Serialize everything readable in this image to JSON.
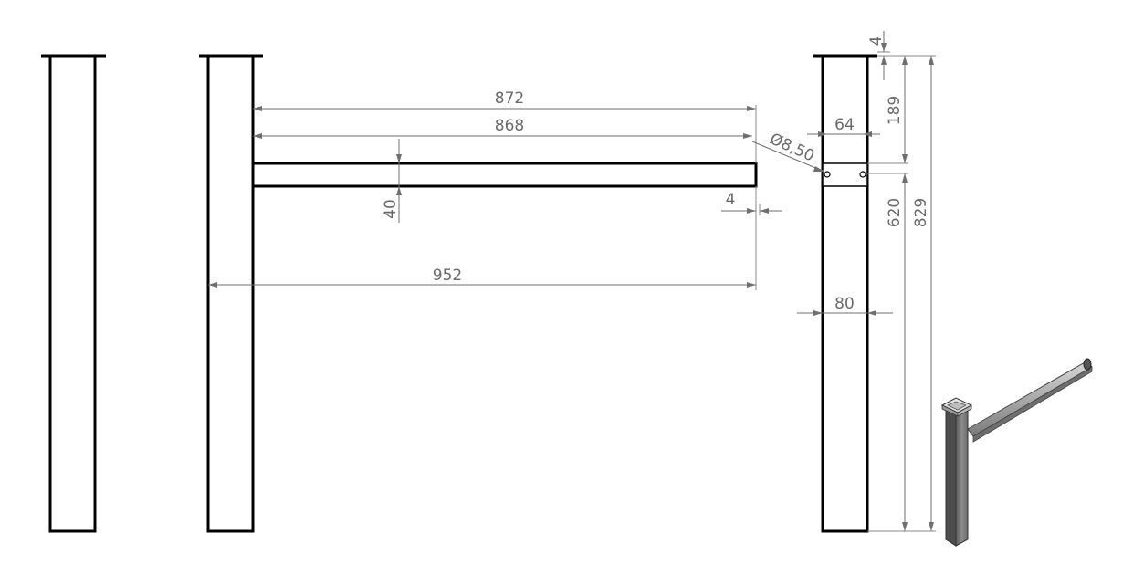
{
  "dimensions": {
    "top_gap": "4",
    "plate_offset": "189",
    "plate_width": "64",
    "hole_diameter": "Ø8,50",
    "arm_length_outer": "872",
    "arm_length_inner": "868",
    "arm_height": "40",
    "arm_end_gap": "4",
    "overall_width": "952",
    "leg_width": "80",
    "lower_height": "620",
    "total_height": "829"
  },
  "colors": {
    "part_outline": "#000000",
    "dimension_line": "#6f6f6f"
  }
}
